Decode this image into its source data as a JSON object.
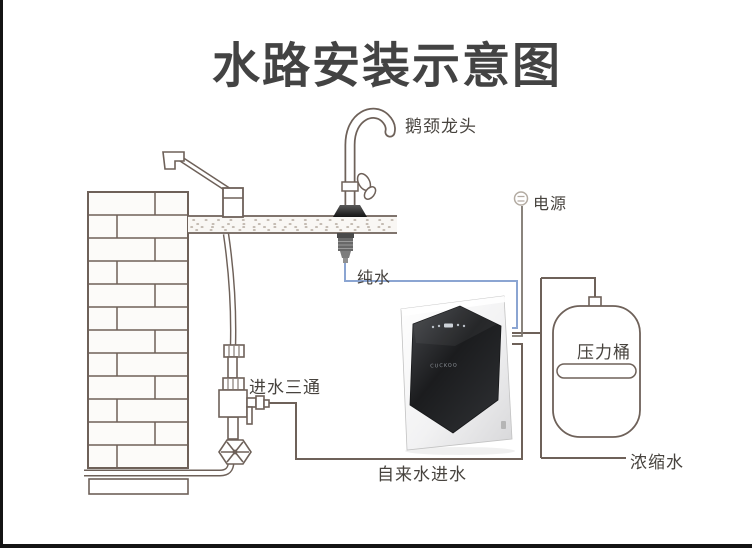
{
  "title": "水路安装示意图",
  "diagram": {
    "labels": {
      "gooseneck_faucet": "鹅颈龙头",
      "power": "电源",
      "pure_water": "纯水",
      "pressure_tank": "压力桶",
      "inlet_tee": "进水三通",
      "tap_water_inlet": "自来水进水",
      "concentrated_water": "浓缩水"
    },
    "purifier": {
      "brand_logo": "CUCKOO"
    },
    "colors": {
      "line": "#6e6159",
      "label_text": "#47433e",
      "title_text": "#434343",
      "pure_water_line": "#8ba5d2",
      "power_line": "#7d776f",
      "panel_black": "#1c1d1f"
    }
  }
}
